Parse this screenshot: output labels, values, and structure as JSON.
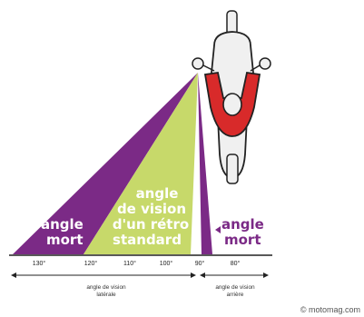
{
  "colors": {
    "blind_spot": "#7b2a86",
    "mirror_zone": "#c7d96a",
    "label_text": "#ffffff",
    "side_label": "#7b2a86",
    "axis": "#222222",
    "rider_jacket": "#d82a2a",
    "bike": "#f0f0f0"
  },
  "labels": {
    "blind_left_line1": "angle",
    "blind_left_line2": "mort",
    "mirror_line1": "angle",
    "mirror_line2": "de vision",
    "mirror_line3": "d'un rétro",
    "mirror_line4": "standard",
    "blind_right_line1": "angle",
    "blind_right_line2": "mort"
  },
  "axis": {
    "ticks": [
      "130°",
      "120°",
      "110°",
      "100°",
      "90°",
      "80°"
    ],
    "lateral_caption_line1": "angle de vision",
    "lateral_caption_line2": "latérale",
    "rear_caption_line1": "angle de vision",
    "rear_caption_line2": "arrière"
  },
  "credit": "© motomag.com",
  "icons": [
    "motorcycle-icon",
    "rider-icon",
    "arrow-icon"
  ]
}
